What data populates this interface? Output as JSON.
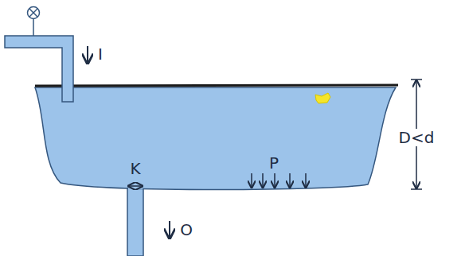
{
  "diagram": {
    "labels": [
      "I",
      "K",
      "O",
      "P",
      "D<d"
    ]
  }
}
